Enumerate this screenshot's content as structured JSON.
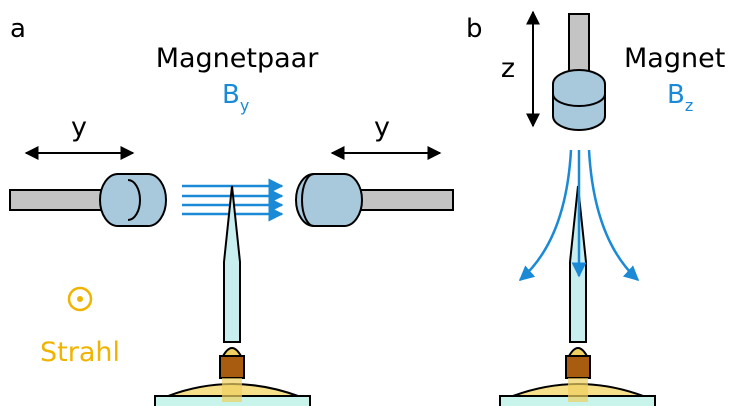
{
  "panel_a": {
    "letter": "a",
    "title": "Magnetpaar",
    "field_base": "B",
    "field_sub": "y",
    "left_axis_label": "y",
    "right_axis_label": "y",
    "beam_label": "Strahl"
  },
  "panel_b": {
    "letter": "b",
    "title": "Magnet",
    "field_base": "B",
    "field_sub": "z",
    "axis_label": "z"
  },
  "colors": {
    "field_blue": "#1a8ad6",
    "beam_orange": "#f0b400",
    "magnet_fill": "#a8c8dc",
    "rod_fill": "#c4c4c4",
    "tip_fill": "#c8eef0",
    "holder_brown": "#a85c10",
    "base_yellow": "#f6e08a",
    "stage_cyan": "#c8f4ec"
  }
}
